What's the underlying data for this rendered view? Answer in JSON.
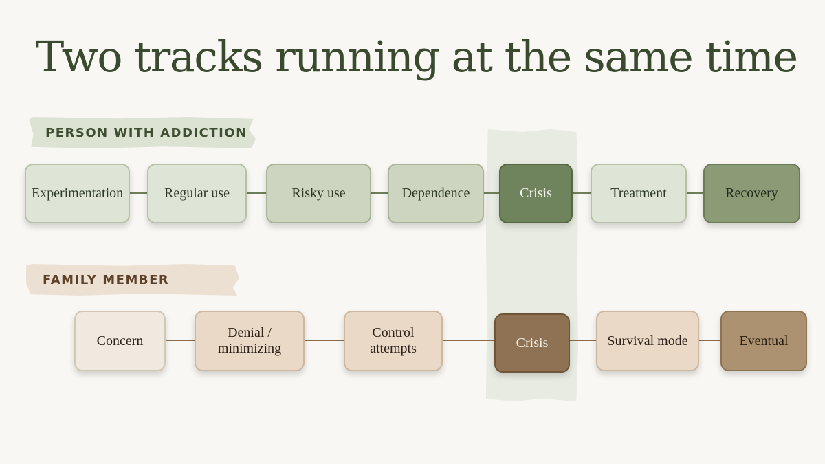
{
  "title": "Two tracks running at the same time",
  "tracks": {
    "person": {
      "label": "PERSON WITH ADDICTION",
      "stages": [
        {
          "label": "Experimentation"
        },
        {
          "label": "Regular use"
        },
        {
          "label": "Risky use"
        },
        {
          "label": "Dependence"
        },
        {
          "label": "Crisis"
        },
        {
          "label": "Treatment"
        },
        {
          "label": "Recovery"
        }
      ]
    },
    "family": {
      "label": "FAMILY MEMBER",
      "stages": [
        {
          "label": "Concern"
        },
        {
          "label": "Denial /\nminimizing"
        },
        {
          "label": "Control\nattempts"
        },
        {
          "label": "Crisis"
        },
        {
          "label": "Survival mode"
        },
        {
          "label": "Eventual"
        }
      ]
    }
  },
  "colors": {
    "title": "#3a4a2f",
    "person_accent": "#6f835c",
    "family_accent": "#8e7253"
  }
}
